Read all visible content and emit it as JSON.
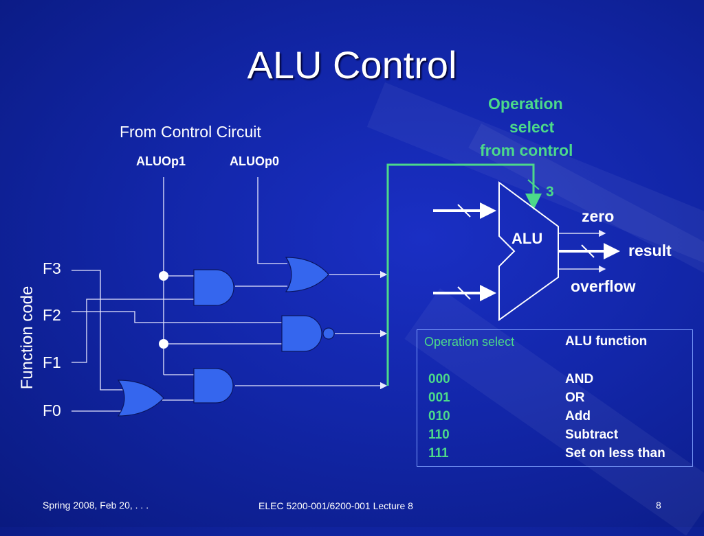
{
  "slide": {
    "title": "ALU Control",
    "footer_left": "Spring 2008, Feb 20, . . .",
    "footer_center": "ELEC 5200-001/6200-001 Lecture 8",
    "footer_right": "8"
  },
  "diagram": {
    "from_control": "From Control Circuit",
    "aluop1": "ALUOp1",
    "aluop0": "ALUOp0",
    "inputs": [
      "F3",
      "F2",
      "F1",
      "F0"
    ],
    "function_code": "Function code",
    "op_select_lines": [
      "Operation",
      "select",
      "from control"
    ],
    "bus_width": "3",
    "alu_label": "ALU",
    "outputs": {
      "zero": "zero",
      "result": "result",
      "overflow": "overflow"
    }
  },
  "table": {
    "headers": [
      "Operation select",
      "ALU function"
    ],
    "rows": [
      [
        "000",
        "AND"
      ],
      [
        "001",
        "OR"
      ],
      [
        "010",
        "Add"
      ],
      [
        "110",
        "Subtract"
      ],
      [
        "111",
        "Set on less than"
      ]
    ]
  },
  "colors": {
    "background": "#1226a8",
    "gate_fill": "#3566ee",
    "accent_green": "#4cd98a",
    "wire": "#e8e8ff"
  }
}
